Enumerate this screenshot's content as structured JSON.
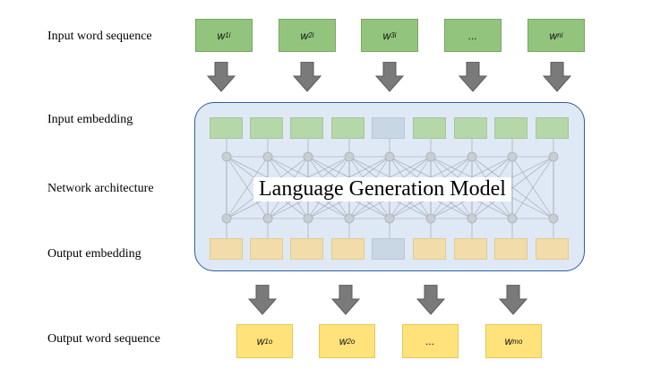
{
  "labels": {
    "input_sequence": "Input word sequence",
    "input_embedding": "Input embedding",
    "network_architecture": "Network architecture",
    "output_embedding": "Output embedding",
    "output_sequence": "Output word sequence"
  },
  "model_title": "Language Generation Model",
  "input_tokens": [
    {
      "base": "w",
      "sub": "1",
      "sup": "i"
    },
    {
      "base": "w",
      "sub": "2",
      "sup": "i"
    },
    {
      "base": "w",
      "sub": "3",
      "sup": "i"
    },
    {
      "base": "...",
      "sub": "",
      "sup": ""
    },
    {
      "base": "w",
      "sub": "n",
      "sup": "i"
    }
  ],
  "output_tokens": [
    {
      "base": "w",
      "sub": "1",
      "sup": "o"
    },
    {
      "base": "w",
      "sub": "2",
      "sup": "o"
    },
    {
      "base": "...",
      "sub": "",
      "sup": ""
    },
    {
      "base": "w",
      "sub": "m",
      "sup": "o"
    }
  ],
  "colors": {
    "input_token": "#93c47d",
    "output_token": "#ffe27a",
    "model_border": "#2f5e9c",
    "model_fill": "#dfe9f6",
    "arrow": "#7a7a7a"
  }
}
